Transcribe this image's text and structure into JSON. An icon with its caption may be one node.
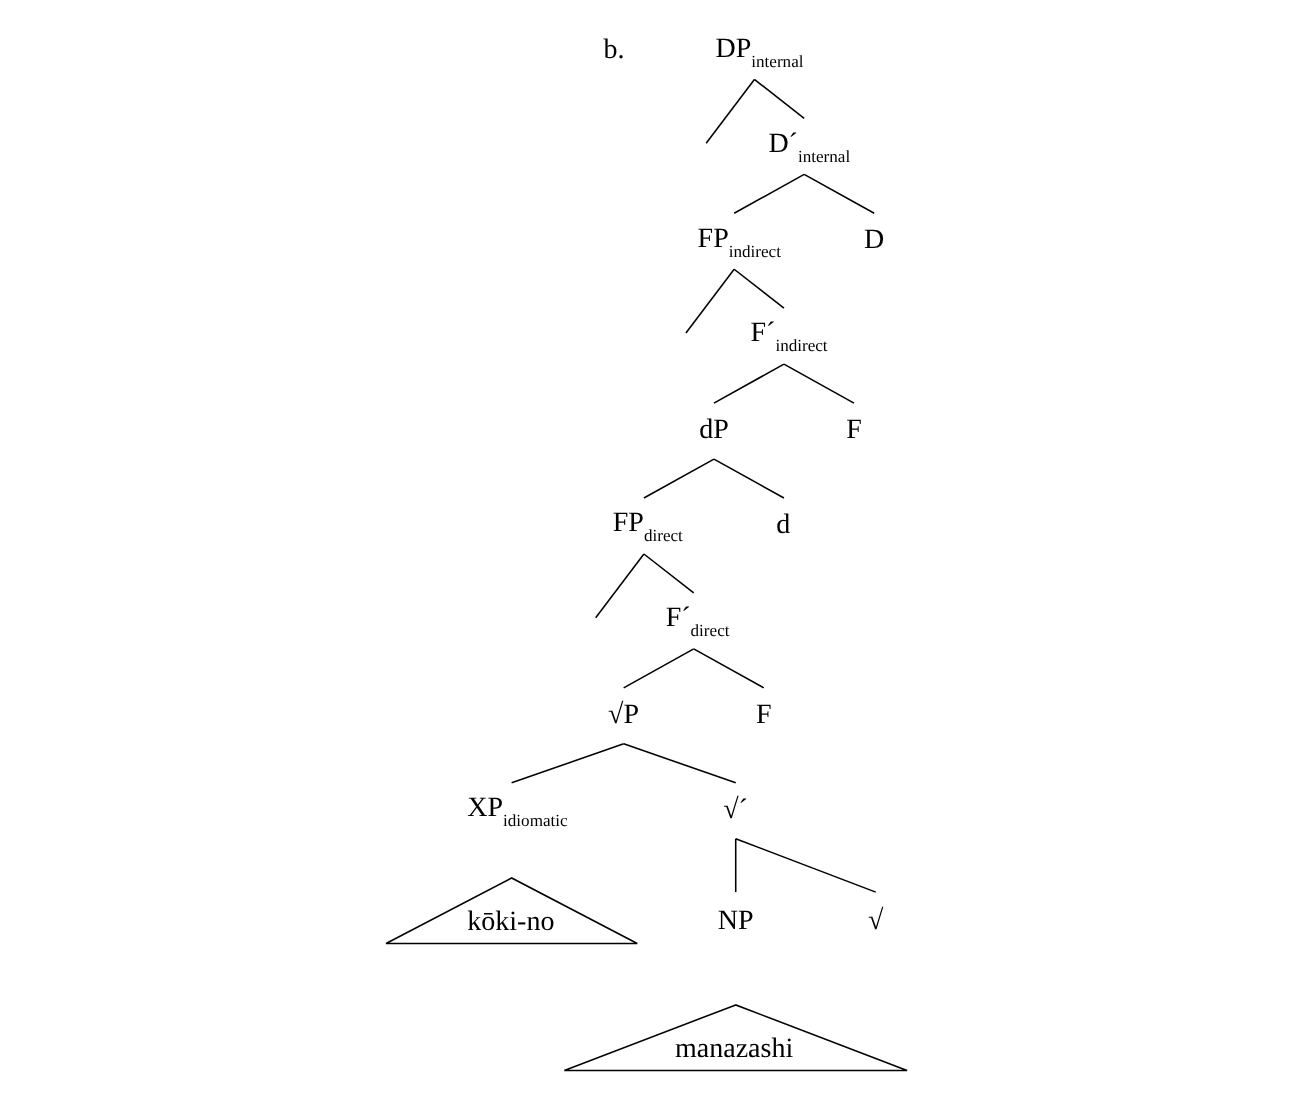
{
  "diagram": {
    "nodes": [
      {
        "text": [
          "DP$_{internal}$"
        ]
      },
      {
        "text": [
          "D´$_{internal}$"
        ]
      },
      {
        "text": [
          "FP$_{indirect}$"
        ]
      },
      {
        "text": [
          "D"
        ]
      },
      {
        "text": [
          "F´$_{indirect}$"
        ]
      },
      {
        "text": [
          "dP"
        ]
      },
      {
        "text": [
          "F"
        ]
      },
      {
        "text": [
          "FP$_{direct}$"
        ]
      },
      {
        "text": [
          "d"
        ]
      },
      {
        "text": [
          "F´$_{direct}$"
        ]
      },
      {
        "text": [
          "√P"
        ]
      },
      {
        "text": [
          "F"
        ]
      },
      {
        "text": [
          "XP$_{idiomatic}$"
        ]
      },
      {
        "text": [
          "√´"
        ]
      },
      {
        "text": [
          "kōki-no"
        ]
      },
      {
        "text": [
          "NP"
        ]
      },
      {
        "text": [
          "√"
        ]
      },
      {
        "text": [
          "manazashi"
        ]
      }
    ],
    "edges": [
      {
        "from": 0,
        "to": null,
        "arrow": "none"
      },
      {
        "from": 0,
        "to": 1,
        "arrow": "none"
      },
      {
        "from": 1,
        "to": 2,
        "arrow": "none"
      },
      {
        "from": 1,
        "to": 3,
        "arrow": "none"
      },
      {
        "from": 2,
        "to": null,
        "arrow": "none"
      },
      {
        "from": 2,
        "to": 4,
        "arrow": "none"
      },
      {
        "from": 4,
        "to": 5,
        "arrow": "none"
      },
      {
        "from": 4,
        "to": 6,
        "arrow": "none"
      },
      {
        "from": 5,
        "to": 7,
        "arrow": "none"
      },
      {
        "from": 5,
        "to": 8,
        "arrow": "none"
      },
      {
        "from": 7,
        "to": null,
        "arrow": "none"
      },
      {
        "from": 7,
        "to": 9,
        "arrow": "none"
      },
      {
        "from": 9,
        "to": 10,
        "arrow": "none"
      },
      {
        "from": 9,
        "to": 11,
        "arrow": "none"
      },
      {
        "from": 10,
        "to": 12,
        "arrow": "none"
      },
      {
        "from": 10,
        "to": 13,
        "arrow": "none"
      },
      {
        "from": 13,
        "to": 15,
        "arrow": "none"
      },
      {
        "from": 13,
        "to": 16,
        "arrow": "none"
      }
    ],
    "labels": [
      "b."
    ]
  }
}
